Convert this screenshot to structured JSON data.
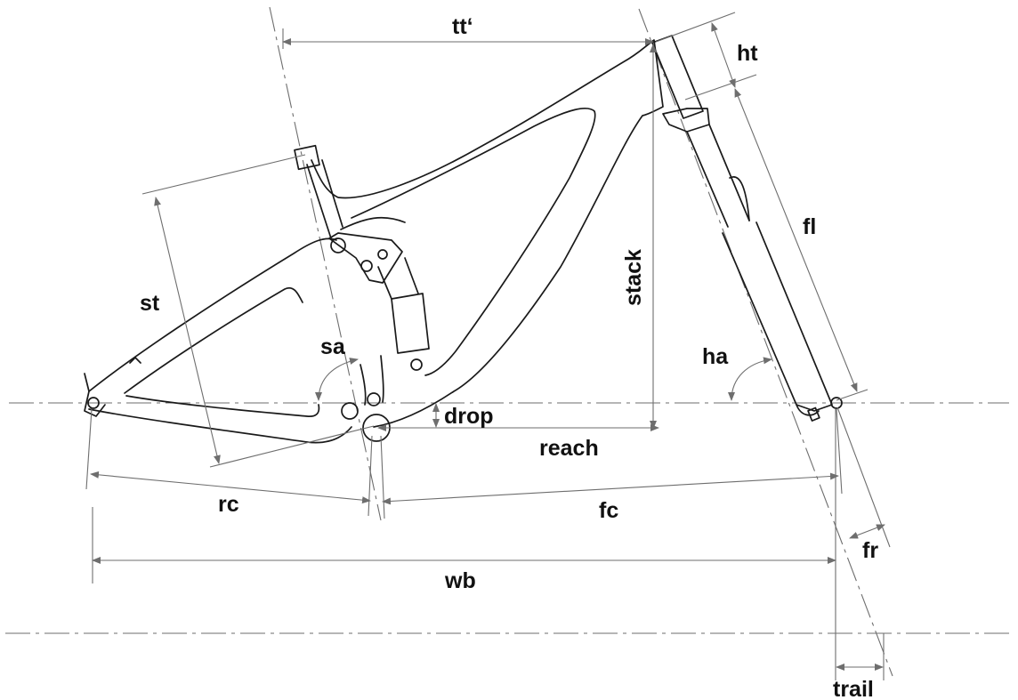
{
  "labels": {
    "tt": "tt‘",
    "ht": "ht",
    "fl": "fl",
    "stack": "stack",
    "st": "st",
    "sa": "sa",
    "ha": "ha",
    "drop": "drop",
    "reach": "reach",
    "rc": "rc",
    "fc": "fc",
    "fr": "fr",
    "wb": "wb",
    "trail": "trail"
  }
}
